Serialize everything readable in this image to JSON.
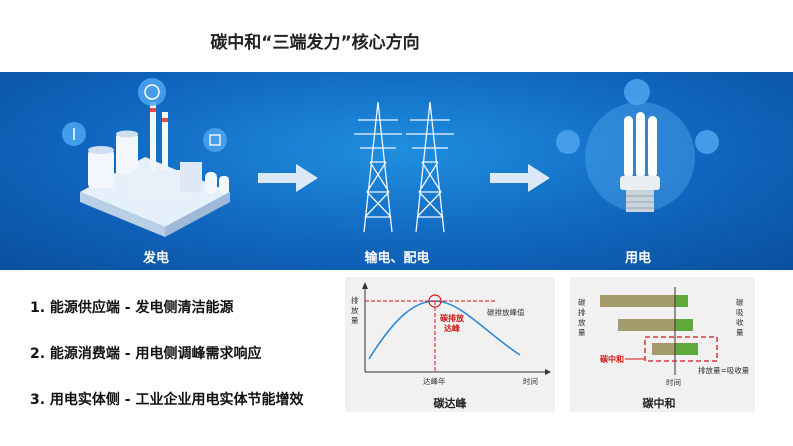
{
  "title": "碳中和“三端发力”核心方向",
  "stages": [
    {
      "label": "发电"
    },
    {
      "label": "输电、配电"
    },
    {
      "label": "用电"
    }
  ],
  "directions": [
    {
      "text": "1. 能源供应端 - 发电侧清洁能源"
    },
    {
      "text": "2. 能源消费端 - 用电侧调峰需求响应"
    },
    {
      "text": "3. 用电实体侧 - 工业企业用电实体节能增效"
    }
  ],
  "peak_chart": {
    "caption": "碳达峰",
    "ylabel_chars": [
      "排",
      "放",
      "量"
    ],
    "peak_label_lines": [
      "碳排放",
      "达峰"
    ],
    "peak_value_label": "碳排放峰值",
    "peak_year_label": "达峰年",
    "x_label": "时间"
  },
  "neutral_chart": {
    "caption": "碳中和",
    "emission_label_chars": [
      "碳",
      "排",
      "放",
      "量"
    ],
    "absorb_label_chars": [
      "碳",
      "吸",
      "收",
      "量"
    ],
    "neutral_label": "碳中和",
    "equation_label": "排放量=吸收量",
    "x_label": "时间"
  },
  "colors": {
    "banner": "#1066bf",
    "emission_bar": "#a59b6a",
    "absorb_bar": "#5fa83b",
    "highlight": "#d01818"
  }
}
